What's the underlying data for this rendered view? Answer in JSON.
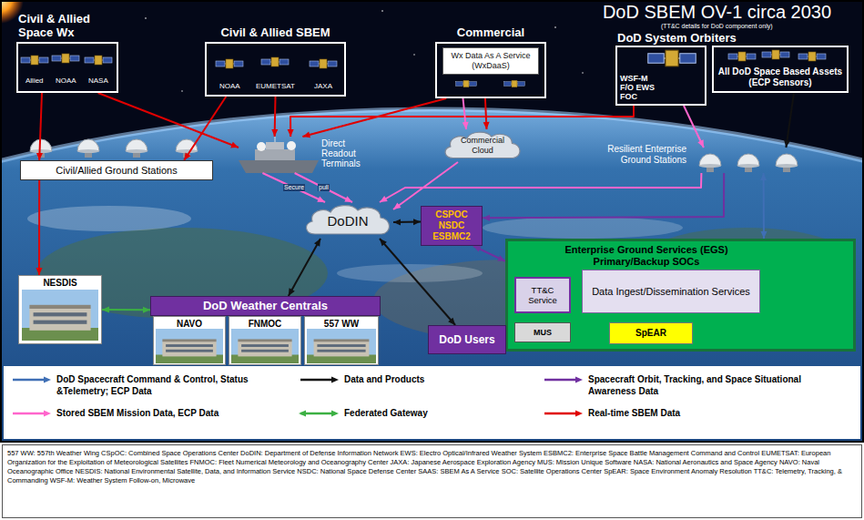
{
  "diagram": {
    "title": "DoD SBEM OV-1 circa 2030",
    "caption": "557 WW: 557th Weather Wing CSpOC: Combined Space Operations Center DoDIN: Department of Defense Information Network EWS: Electro Optical/Infrared Weather System ESBMC2: Enterprise Space Battle Management Command and Control EUMETSAT: European Organization for the Exploitation of Meteorological Satellites FNMOC: Fleet Numerical Meteorology and Oceanography Center JAXA: Japanese Aerospace Exploration Agency MUS: Mission Unique Software NASA: National Aeronautics and Space Agency NAVO: Naval Oceanographic Office NESDIS: National Environmental Satellite, Data, and Information Service NSDC: National Space Defense Center SAAS: SBEM As A Service SOC: Satellite Operations Center SpEAR: Space Environment Anomaly Resolution TT&C: Telemetry, Tracking, & Commanding WSF-M: Weather System Follow-on, Microwave",
    "nodes": [
      {
        "text": [
          "Civil & Allied Space Wx"
        ]
      },
      {
        "text": [
          "Civil & Allied SBEM"
        ]
      },
      {
        "text": [
          "Commercial"
        ]
      },
      {
        "text": [
          "Wx Data As A Service (WxDaaS)"
        ],
        "in": 2
      },
      {
        "text": [
          "WSF-M F/O EWS FOC"
        ]
      },
      {
        "text": [
          "All DoD Space Based Assets (ECP Sensors)"
        ]
      },
      {
        "text": [
          "Direct Readout Terminals"
        ]
      },
      {
        "text": [
          "Commercial Cloud"
        ]
      },
      {
        "text": [
          "Civil/Allied Ground Stations"
        ]
      },
      {
        "text": [
          "Resilient Enterprise Ground Stations"
        ]
      },
      {
        "text": [
          "DoDIN"
        ]
      },
      {
        "text": [
          "CSPOC NSDC ESBMC2"
        ]
      },
      {
        "text": [
          "Enterprise Ground Services (EGS) Primary/Backup SOCs"
        ]
      },
      {
        "text": [
          "TT&C Service"
        ],
        "in": 12
      },
      {
        "text": [
          "Data Ingest/Dissemination Services"
        ],
        "in": 12
      },
      {
        "text": [
          "MUS"
        ],
        "in": 12
      },
      {
        "text": [
          "SpEAR"
        ],
        "in": 12
      },
      {
        "text": [
          "NESDIS"
        ]
      },
      {
        "text": [
          "DoD Weather Centrals"
        ]
      },
      {
        "text": [
          "NAVO"
        ],
        "in": 18
      },
      {
        "text": [
          "FNMOC"
        ],
        "in": 18
      },
      {
        "text": [
          "557 WW"
        ],
        "in": 18
      },
      {
        "text": [
          "DoD Users"
        ]
      }
    ],
    "edges": [
      {
        "from": 0,
        "to": 8,
        "arrow": "to"
      },
      {
        "from": 1,
        "to": 8,
        "arrow": "to"
      },
      {
        "from": 0,
        "to": 6,
        "arrow": "to"
      },
      {
        "from": 1,
        "to": 6,
        "arrow": "to"
      },
      {
        "from": 2,
        "to": 6,
        "arrow": "to"
      },
      {
        "from": 4,
        "to": 6,
        "arrow": "to"
      },
      {
        "from": 2,
        "to": 7,
        "arrow": "to"
      },
      {
        "from": 2,
        "to": 7,
        "arrow": "to"
      },
      {
        "from": 8,
        "to": 17,
        "arrow": "to"
      },
      {
        "from": 6,
        "to": 10,
        "label": "Secure",
        "arrow": "to"
      },
      {
        "from": 6,
        "to": 10,
        "label": "pull",
        "arrow": "to"
      },
      {
        "from": 7,
        "to": 10,
        "arrow": "to"
      },
      {
        "from": 4,
        "to": 9,
        "arrow": "to"
      },
      {
        "from": 5,
        "to": 9,
        "arrow": "to"
      },
      {
        "from": 9,
        "to": 10,
        "arrow": "to"
      },
      {
        "from": 9,
        "to": 12,
        "arrow": "both"
      },
      {
        "from": 9,
        "to": 11,
        "arrow": "to"
      },
      {
        "from": 10,
        "to": 11,
        "arrow": "both"
      },
      {
        "from": 11,
        "to": 12,
        "arrow": "both"
      },
      {
        "from": 10,
        "to": 18,
        "arrow": "both"
      },
      {
        "from": 10,
        "to": 22,
        "arrow": "both"
      },
      {
        "from": 17,
        "to": 18,
        "arrow": "both"
      }
    ],
    "labels": [
      "(TT&C details for DoD component only)",
      "Allied",
      "NOAA",
      "NASA",
      "NOAA",
      "EUMETSAT",
      "JAXA",
      "DoD System Orbiters"
    ],
    "legend": [
      {
        "text": "DoD Spacecraft Command & Control, Status &Telemetry; ECP Data"
      },
      {
        "text": "Data and Products"
      },
      {
        "text": "Spacecraft Orbit, Tracking, and Space Situational Awareness Data"
      },
      {
        "text": "Stored SBEM Mission Data, ECP Data"
      },
      {
        "text": "Federated Gateway"
      },
      {
        "text": "Real-time SBEM Data"
      }
    ]
  }
}
